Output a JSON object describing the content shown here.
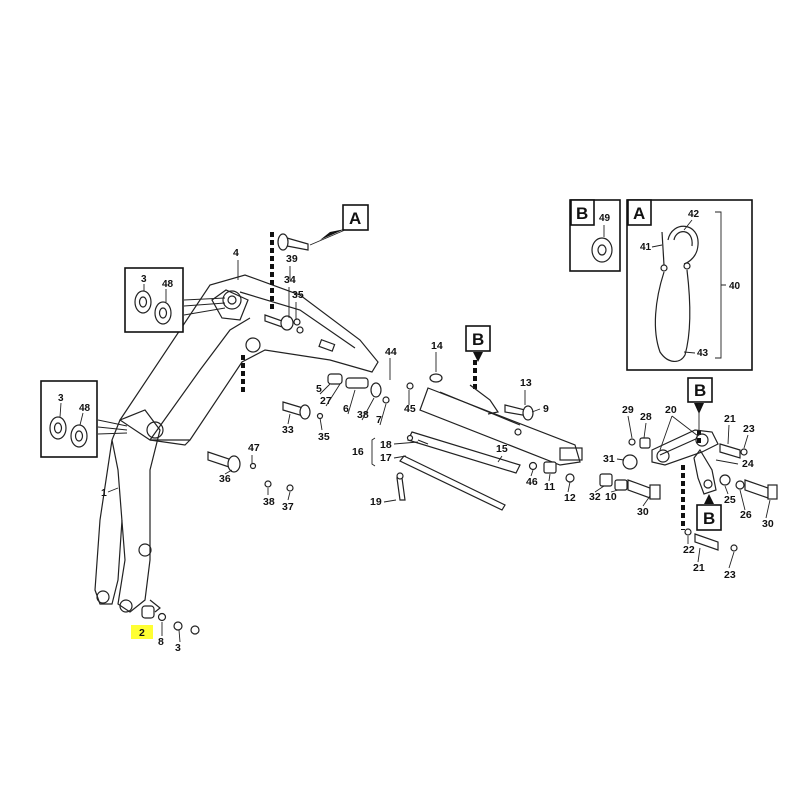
{
  "callouts": {
    "c1": "1",
    "c2": "2",
    "c8": "8",
    "c3b": "3",
    "c4": "4",
    "c34": "34",
    "c35a": "35",
    "c39": "39",
    "c3a": "3",
    "c48a": "48",
    "c3c": "3",
    "c48b": "48",
    "c5": "5",
    "c27": "27",
    "c6": "6",
    "c38a": "38",
    "c7": "7",
    "c44": "44",
    "c45": "45",
    "c33": "33",
    "c35b": "35",
    "c47": "47",
    "c36": "36",
    "c38b": "38",
    "c37": "37",
    "c14": "14",
    "c13": "13",
    "c9": "9",
    "c18": "18",
    "c16": "16",
    "c17": "17",
    "c15": "15",
    "c19": "19",
    "c46": "46",
    "c11": "11",
    "c12": "12",
    "c29": "29",
    "c28": "28",
    "c20": "20",
    "c21a": "21",
    "c23a": "23",
    "c31": "31",
    "c24": "24",
    "c32": "32",
    "c10": "10",
    "c30a": "30",
    "c25": "25",
    "c26": "26",
    "c30b": "30",
    "c22": "22",
    "c21b": "21",
    "c23b": "23",
    "c49": "49",
    "c42": "42",
    "c41": "41",
    "c40": "40",
    "c43": "43"
  },
  "refs": {
    "a_top": "A",
    "b_mid": "B",
    "b_right_top": "B",
    "b_right_bottom": "B",
    "b_inset": "B",
    "a_inset": "A"
  },
  "colors": {
    "highlight": "#ffff33",
    "ink": "#222222"
  }
}
